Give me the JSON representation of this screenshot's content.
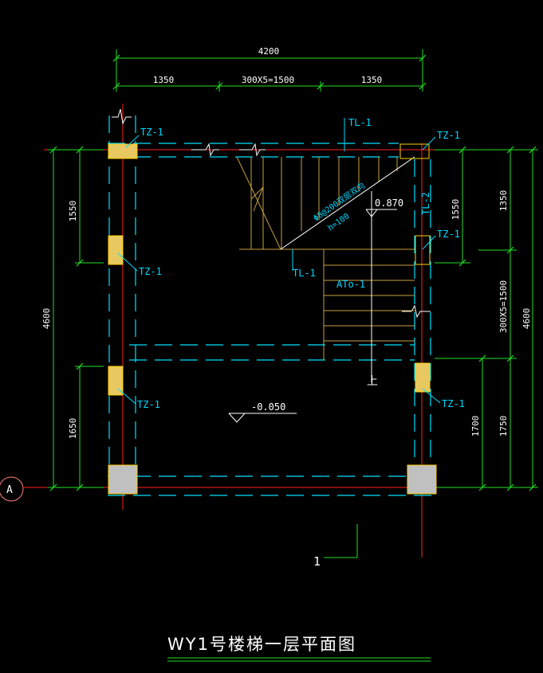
{
  "drawing": {
    "title": "WY1号楼梯一层平面图",
    "dims": {
      "top_total": "4200",
      "top_left": "1350",
      "top_mid": "300X5=1500",
      "top_right": "1350",
      "left_outer": "4600",
      "left_upper": "1550",
      "left_lower": "1650",
      "right_outer": "4600",
      "right_upper_a": "1550",
      "right_upper_b": "1350",
      "right_mid": "300X5=1500",
      "right_lower_a": "1700",
      "right_lower_b": "1750"
    },
    "labels": {
      "tz1_a": "TZ-1",
      "tz1_b": "TZ-1",
      "tz1_c": "TZ-1",
      "tz1_d": "TZ-1",
      "tz1_e": "TZ-1",
      "tz1_f": "TZ-1",
      "tl1_top": "TL-1",
      "tl1_bottom": "TL-1",
      "tl2": "TL-2",
      "ato1": "ATo-1",
      "landing_note1": "Φ8@200双层双向",
      "landing_note2": "h=100",
      "elev_landing": "0.870",
      "elev_floor": "-0.050",
      "up_mark": "上",
      "axis_a": "A",
      "axis_1": "1"
    }
  }
}
